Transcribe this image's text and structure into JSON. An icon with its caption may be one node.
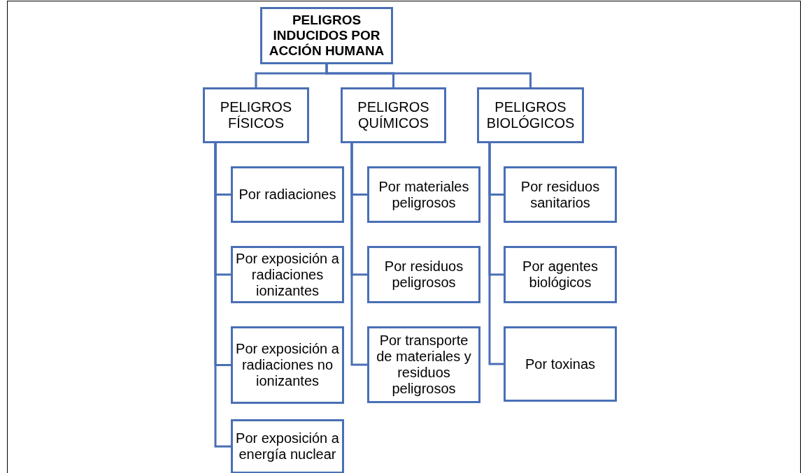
{
  "diagram": {
    "nodes": [
      {
        "text": [
          "PELIGROS INDUCIDOS POR ACCIÓN HUMANA"
        ]
      },
      {
        "text": [
          "PELIGROS FÍSICOS"
        ]
      },
      {
        "text": [
          "PELIGROS QUÍMICOS"
        ]
      },
      {
        "text": [
          "PELIGROS BIOLÓGICOS"
        ]
      },
      {
        "text": [
          "Por radiaciones"
        ]
      },
      {
        "text": [
          "Por exposición a radiaciones ionizantes"
        ]
      },
      {
        "text": [
          "Por exposición a radiaciones no ionizantes"
        ]
      },
      {
        "text": [
          "Por exposición a energía nuclear"
        ]
      },
      {
        "text": [
          "Por materiales peligrosos"
        ]
      },
      {
        "text": [
          "Por residuos peligrosos"
        ]
      },
      {
        "text": [
          "Por transporte de materiales y residuos peligrosos"
        ]
      },
      {
        "text": [
          "Por residuos sanitarios"
        ]
      },
      {
        "text": [
          "Por agentes biológicos"
        ]
      },
      {
        "text": [
          "Por toxinas"
        ]
      }
    ],
    "edges": [
      {
        "from": 0,
        "to": 1,
        "arrow": "none"
      },
      {
        "from": 0,
        "to": 2,
        "arrow": "none"
      },
      {
        "from": 0,
        "to": 3,
        "arrow": "none"
      },
      {
        "from": 1,
        "to": 4,
        "arrow": "none"
      },
      {
        "from": 1,
        "to": 5,
        "arrow": "none"
      },
      {
        "from": 1,
        "to": 6,
        "arrow": "none"
      },
      {
        "from": 1,
        "to": 7,
        "arrow": "none"
      },
      {
        "from": 2,
        "to": 8,
        "arrow": "none"
      },
      {
        "from": 2,
        "to": 9,
        "arrow": "none"
      },
      {
        "from": 2,
        "to": 10,
        "arrow": "none"
      },
      {
        "from": 3,
        "to": 11,
        "arrow": "none"
      },
      {
        "from": 3,
        "to": 12,
        "arrow": "none"
      },
      {
        "from": 3,
        "to": 13,
        "arrow": "none"
      }
    ]
  }
}
